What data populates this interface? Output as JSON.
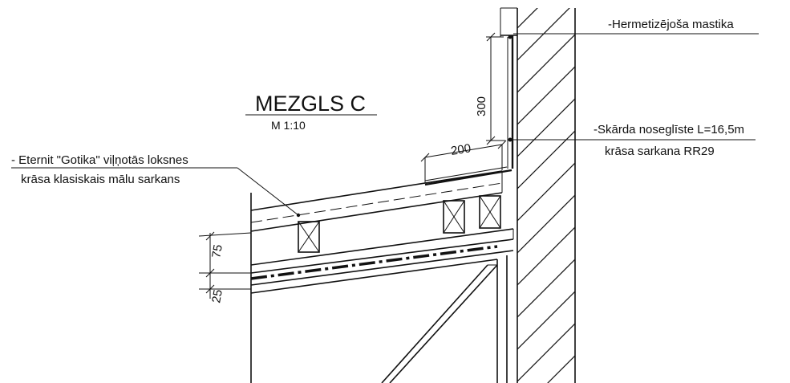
{
  "title": "MEZGLS C",
  "scale": "M 1:10",
  "callouts": {
    "sealant": "-Hermetizējoša mastika",
    "flashing_line1": "-Skārda noseglīste L=16,5m",
    "flashing_line2": "krāsa sarkana RR29",
    "sheets_line1": "- Eternit \"Gotika\" viļņotās loksnes",
    "sheets_line2": "krāsa klasiskais mālu sarkans"
  },
  "dimensions": {
    "d300": "300",
    "d200": "200",
    "d75": "75",
    "d25": "25"
  },
  "colors": {
    "ink": "#111111",
    "paper": "#ffffff"
  }
}
